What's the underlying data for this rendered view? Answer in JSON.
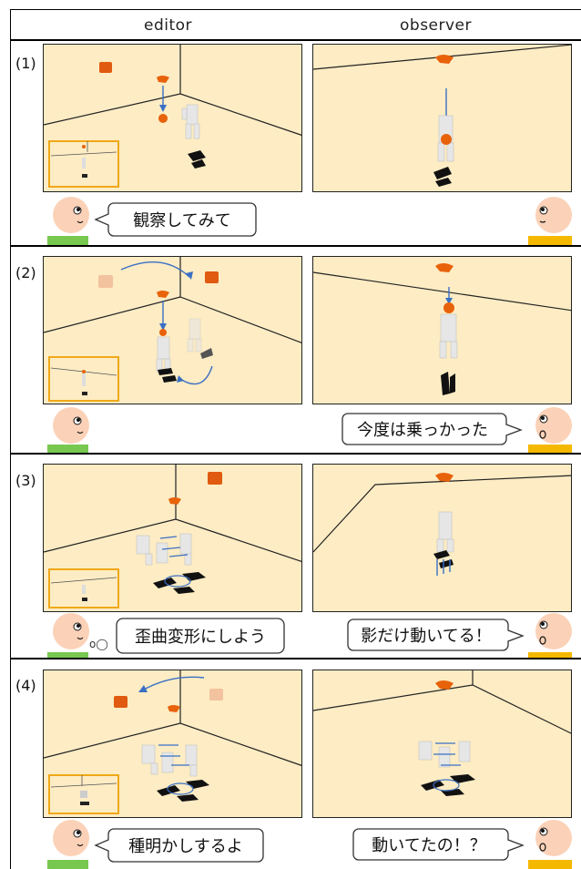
{
  "headers": {
    "editor": "editor",
    "observer": "observer"
  },
  "rows": [
    {
      "label": "(1)",
      "bubble_text": "観察してみて",
      "speaker": "editor"
    },
    {
      "label": "(2)",
      "bubble_text": "今度は乗っかった",
      "speaker": "observer"
    },
    {
      "label": "(3)",
      "bubble_text_editor": "歪曲変形にしよう",
      "bubble_text_observer": "影だけ動いてる！",
      "speaker": "both"
    },
    {
      "label": "(4)",
      "bubble_text_editor": "種明かしするよ",
      "bubble_text_observer": "動いてたの！？",
      "speaker": "both"
    }
  ],
  "thought_marks": "o◯",
  "colors": {
    "room": "#fdecc4",
    "accent_orange": "#e8620a",
    "inset_border": "#f0a818",
    "editor_shirt": "#78c850",
    "observer_shirt": "#f5b800",
    "face": "#fbd2b8",
    "arrow": "#3a6fc4"
  }
}
